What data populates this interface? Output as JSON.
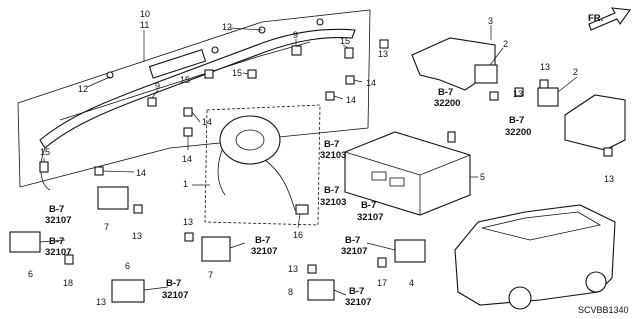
{
  "callouts": {
    "c10": "10",
    "c11": "11",
    "c12a": "12",
    "c12b": "12",
    "c9a": "9",
    "c9b": "9",
    "c15a": "15",
    "c15b": "15",
    "c15c": "15",
    "c15d": "15",
    "c14a": "14",
    "c14b": "14",
    "c14c": "14",
    "c14d": "14",
    "c14e": "14",
    "c3": "3",
    "c2a": "2",
    "c2b": "2",
    "c13a": "13",
    "c13b": "13",
    "c13c": "13",
    "c13d": "13",
    "c13e": "13",
    "c13f": "13",
    "c13g": "13",
    "c13h": "13",
    "c1": "1",
    "c5": "5",
    "c16": "16",
    "c7a": "7",
    "c7b": "7",
    "c6a": "6",
    "c6b": "6",
    "c18": "18",
    "c17": "17",
    "c4": "4",
    "c8": "8"
  },
  "refs": {
    "r1_code": "B-7",
    "r1_num": "32200",
    "r2_code": "B-7",
    "r2_num": "32200",
    "r3_code": "B-7",
    "r3_num": "32103",
    "r4_code": "B-7",
    "r4_num": "32103",
    "r5_code": "B-7",
    "r5_num": "32107",
    "r6_code": "B-7",
    "r6_num": "32107",
    "r7_code": "B-7",
    "r7_num": "32107",
    "r8_code": "B-7",
    "r8_num": "32107",
    "r9_code": "B-7",
    "r9_num": "32107",
    "r10_code": "B-7",
    "r10_num": "32107",
    "r11_code": "B-7",
    "r11_num": "32107"
  },
  "direction_label": "FR.",
  "diagram_code": "SCVBB1340"
}
